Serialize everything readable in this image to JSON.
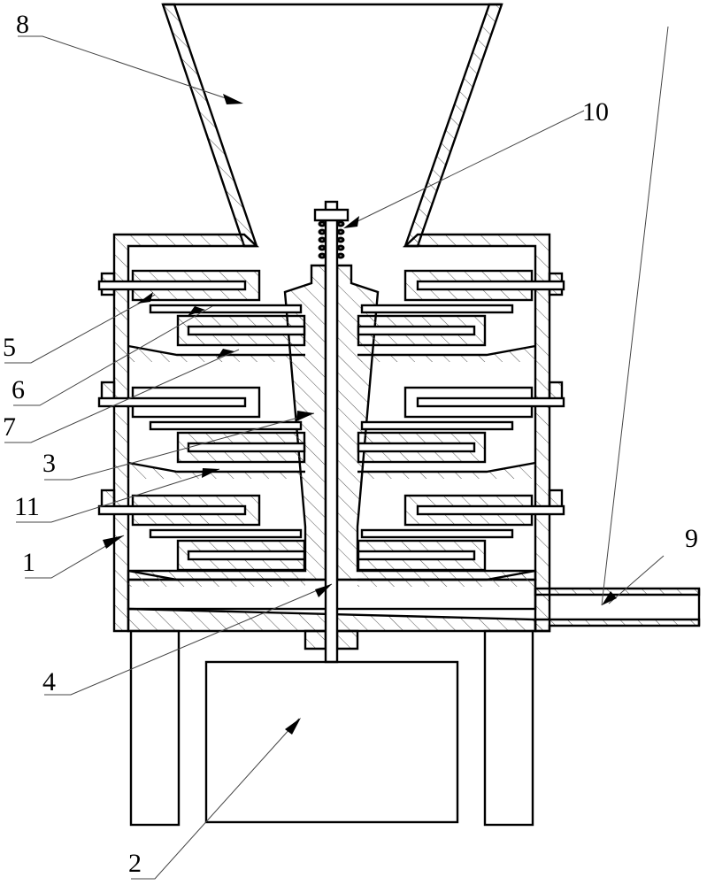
{
  "drawing": {
    "title": "Mechanical cross-section drawing with numbered callouts",
    "line_color": "#000000",
    "background": "#ffffff"
  },
  "callouts": [
    {
      "id": "8",
      "label": "8",
      "part": "feed hopper"
    },
    {
      "id": "10",
      "label": "10",
      "part": "spring"
    },
    {
      "id": "5",
      "label": "5",
      "part": "part 5"
    },
    {
      "id": "6",
      "label": "6",
      "part": "part 6"
    },
    {
      "id": "7",
      "label": "7",
      "part": "part 7"
    },
    {
      "id": "3",
      "label": "3",
      "part": "part 3"
    },
    {
      "id": "11",
      "label": "11",
      "part": "part 11"
    },
    {
      "id": "1",
      "label": "1",
      "part": "housing"
    },
    {
      "id": "9",
      "label": "9",
      "part": "outlet pipe"
    },
    {
      "id": "4",
      "label": "4",
      "part": "shaft"
    },
    {
      "id": "2",
      "label": "2",
      "part": "motor"
    }
  ]
}
